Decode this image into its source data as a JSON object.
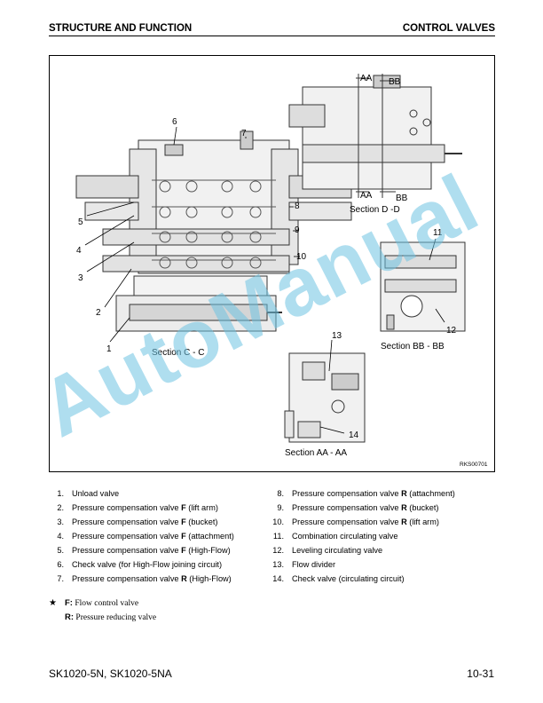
{
  "header": {
    "left": "STRUCTURE AND FUNCTION",
    "right": "CONTROL VALVES"
  },
  "figure": {
    "callouts": [
      "1",
      "2",
      "3",
      "4",
      "5",
      "6",
      "7",
      "8",
      "9",
      "10",
      "11",
      "12",
      "13",
      "14"
    ],
    "section_cc": "Section C - C",
    "section_dd": "Section D -D",
    "section_bb": "Section BB - BB",
    "section_aa": "Section AA - AA",
    "aa_mark": "AA",
    "bb_mark": "BB",
    "code": "RKS00701"
  },
  "legend": [
    {
      "num": "1.",
      "pre": "Unload valve",
      "bold": "",
      "post": ""
    },
    {
      "num": "2.",
      "pre": "Pressure compensation valve ",
      "bold": "F",
      "post": " (lift arm)"
    },
    {
      "num": "3.",
      "pre": "Pressure compensation valve ",
      "bold": "F",
      "post": " (bucket)"
    },
    {
      "num": "4.",
      "pre": "Pressure compensation valve ",
      "bold": "F",
      "post": " (attachment)"
    },
    {
      "num": "5.",
      "pre": "Pressure compensation valve ",
      "bold": "F",
      "post": " (High-Flow)"
    },
    {
      "num": "6.",
      "pre": "Check valve (for High-Flow joining circuit)",
      "bold": "",
      "post": ""
    },
    {
      "num": "7.",
      "pre": "Pressure compensation valve ",
      "bold": "R",
      "post": " (High-Flow)"
    },
    {
      "num": "8.",
      "pre": "Pressure compensation valve ",
      "bold": "R",
      "post": " (attachment)"
    },
    {
      "num": "9.",
      "pre": "Pressure compensation valve ",
      "bold": "R",
      "post": " (bucket)"
    },
    {
      "num": "10.",
      "pre": "Pressure compensation valve ",
      "bold": "R",
      "post": " (lift arm)"
    },
    {
      "num": "11.",
      "pre": "Combination circulating valve",
      "bold": "",
      "post": ""
    },
    {
      "num": "12.",
      "pre": "Leveling circulating valve",
      "bold": "",
      "post": ""
    },
    {
      "num": "13.",
      "pre": "Flow divider",
      "bold": "",
      "post": ""
    },
    {
      "num": "14.",
      "pre": "Check valve (circulating circuit)",
      "bold": "",
      "post": ""
    }
  ],
  "notes": {
    "star": "★",
    "f_key": "F:",
    "f_text": " Flow control valve",
    "r_key": "R:",
    "r_text": " Pressure reducing valve"
  },
  "footer": {
    "model": "SK1020-5N, SK1020-5NA",
    "page": "10-31"
  },
  "watermark": "AutoManual",
  "colors": {
    "watermark": "#6ec3e1",
    "ink": "#000000",
    "line_art": "#333333"
  }
}
